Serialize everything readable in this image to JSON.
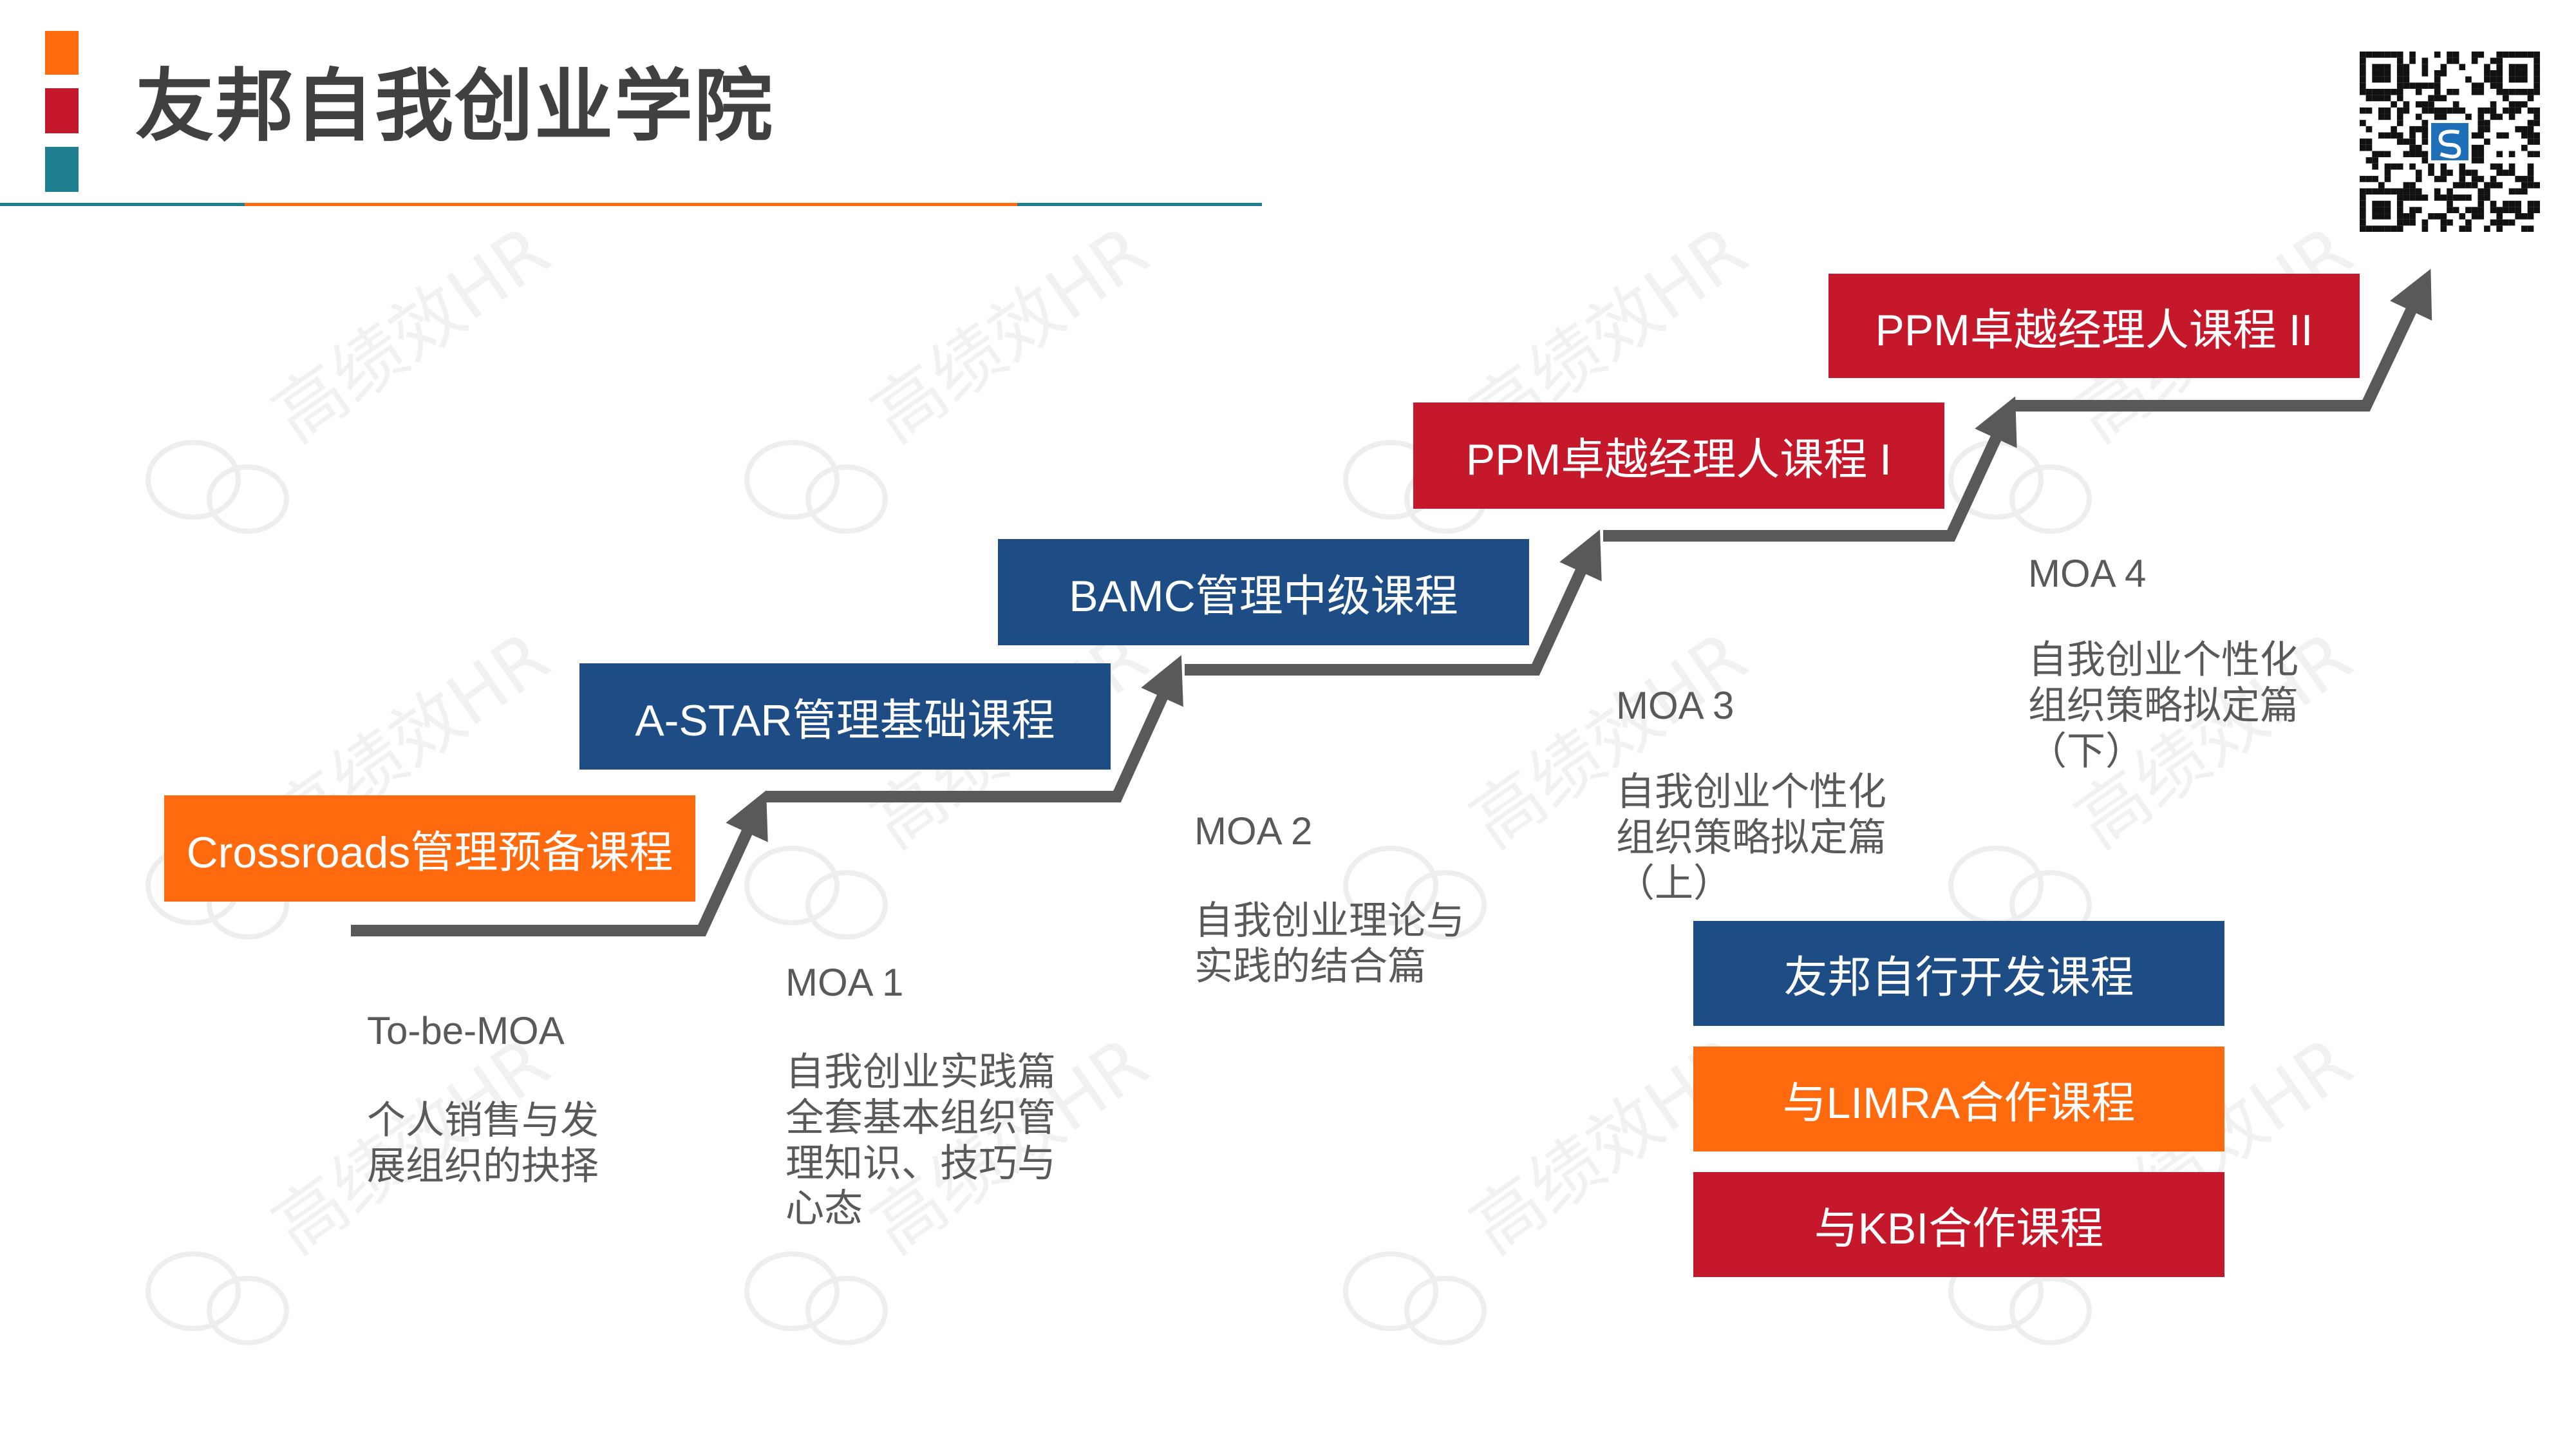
{
  "title": "友邦自我创业学院",
  "colors": {
    "orange": "#FF6A0E",
    "red": "#C5182B",
    "teal": "#1F7F91",
    "navy": "#1E4D85",
    "stair": "#595959",
    "text": "#595959"
  },
  "watermark_text": "高绩效HR",
  "courses": [
    {
      "label": "Crossroads管理预备课程",
      "color": "orange"
    },
    {
      "label": "A-STAR管理基础课程",
      "color": "navy"
    },
    {
      "label": "BAMC管理中级课程",
      "color": "navy"
    },
    {
      "label": "PPM卓越经理人课程 I",
      "color": "red"
    },
    {
      "label": "PPM卓越经理人课程 II",
      "color": "red"
    }
  ],
  "stages": [
    {
      "label": "To-be-MOA",
      "desc": "个人销售与发\n展组织的抉择"
    },
    {
      "label": "MOA  1",
      "desc": "自我创业实践篇\n全套基本组织管\n理知识、技巧与\n心态"
    },
    {
      "label": "MOA  2",
      "desc": "自我创业理论与\n实践的结合篇"
    },
    {
      "label": "MOA  3",
      "desc": "自我创业个性化\n组织策略拟定篇\n（上）"
    },
    {
      "label": "MOA  4",
      "desc": "自我创业个性化\n组织策略拟定篇\n（下）"
    }
  ],
  "extra_courses": [
    {
      "label": "友邦自行开发课程",
      "color": "navy"
    },
    {
      "label": "与LIMRA合作课程",
      "color": "orange"
    },
    {
      "label": "与KBI合作课程",
      "color": "red"
    }
  ]
}
